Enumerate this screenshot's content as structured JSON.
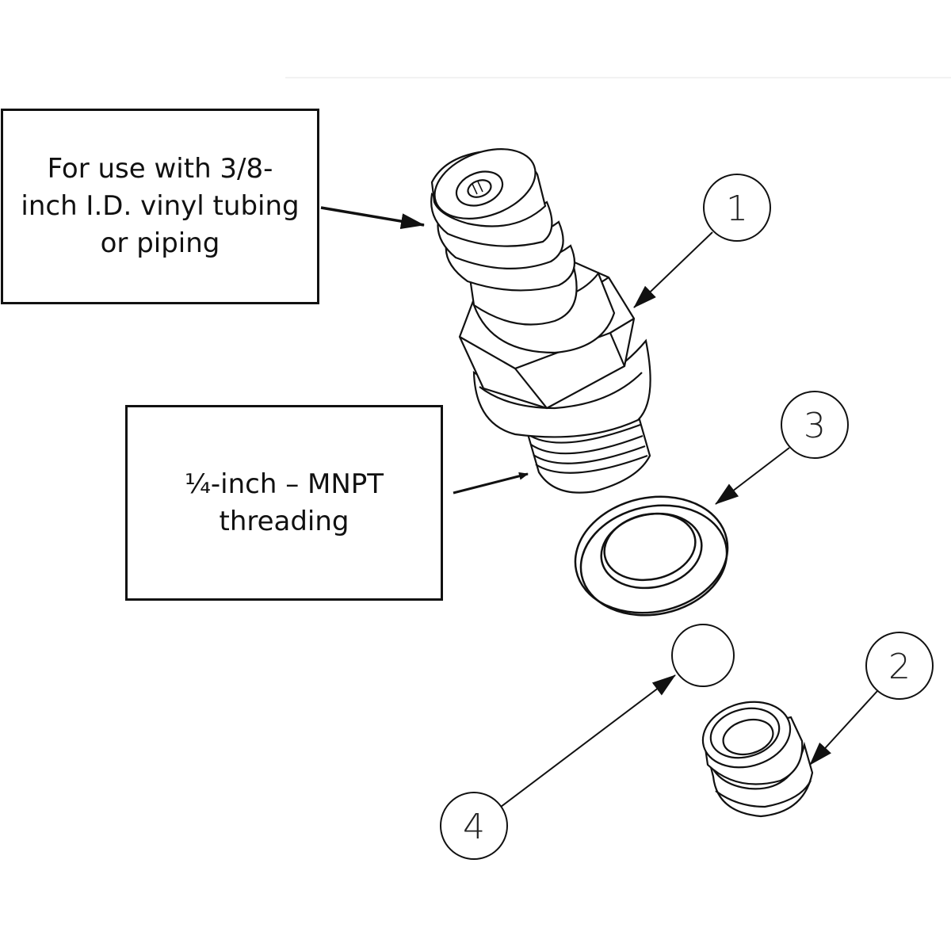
{
  "callouts": {
    "tubing": "For use with 3/8-inch I.D. vinyl tubing or piping",
    "threading": "¼-inch – MNPT threading"
  },
  "balloons": {
    "part1": "1",
    "part2": "2",
    "part3": "3",
    "part4": "4",
    "unlabeled": ""
  }
}
